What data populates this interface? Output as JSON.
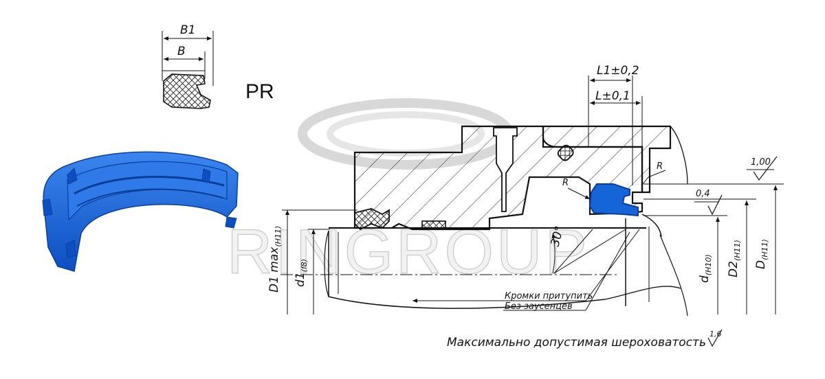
{
  "profile": {
    "code": "PR",
    "dim_b1": "B1",
    "dim_b": "B"
  },
  "drawing": {
    "dim_l1": "L1±0,2",
    "dim_l": "L±0,1",
    "radius_r": "R",
    "roughness_1": "1,00",
    "roughness_2": "0,4",
    "angle": "30°",
    "dim_d1max": "D1 max",
    "dim_d1max_sub": "(H11)",
    "dim_d1": "d1",
    "dim_d1_sub": "(f8)",
    "dim_d": "d",
    "dim_d_sub": "(H10)",
    "dim_D2": "D2",
    "dim_D2_sub": "(H11)",
    "dim_D": "D",
    "dim_D_sub": "(H11)",
    "note_edges": "Кромки притупить",
    "note_burrs": "Без заусенцев",
    "roughness_note": "Максимально допустимая шероховатость",
    "roughness_note_value": "1,6"
  },
  "watermark": {
    "text": "RINGROUP"
  },
  "colors": {
    "seal_blue": "#1565d8",
    "seal_blue_dark": "#0b3f9e",
    "line": "#111111",
    "watermark": "#c9c9c9"
  }
}
